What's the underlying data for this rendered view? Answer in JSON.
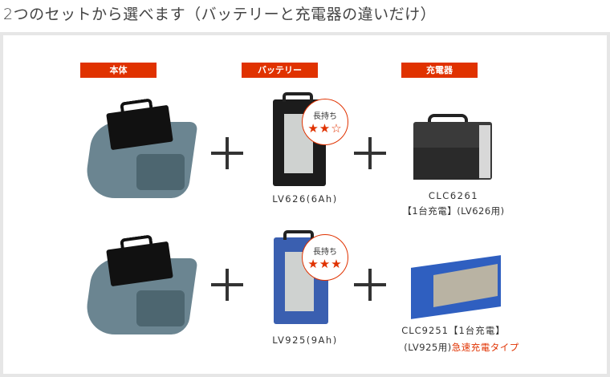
{
  "title": "2つのセットから選べます（バッテリーと充電器の違いだけ）",
  "headers": {
    "body": "本体",
    "battery": "バッテリー",
    "charger": "充電器"
  },
  "sets": [
    {
      "battery_name": "LV626(6Ah)",
      "badge_label": "長持ち",
      "badge_stars": "★★☆",
      "badge_rating": 2,
      "charger_line1": "CLC6261",
      "charger_line2": "【1台充電】(LV626用)",
      "charger_note": ""
    },
    {
      "battery_name": "LV925(9Ah)",
      "badge_label": "長持ち",
      "badge_stars": "★★★",
      "badge_rating": 3,
      "charger_line1": "CLC9251【1台充電】",
      "charger_line2": "(LV925用)",
      "charger_note": "急速充電タイプ"
    }
  ],
  "colors": {
    "accent": "#e03200",
    "battery_black": "#1c1c1c",
    "battery_blue": "#3a5fb0"
  }
}
